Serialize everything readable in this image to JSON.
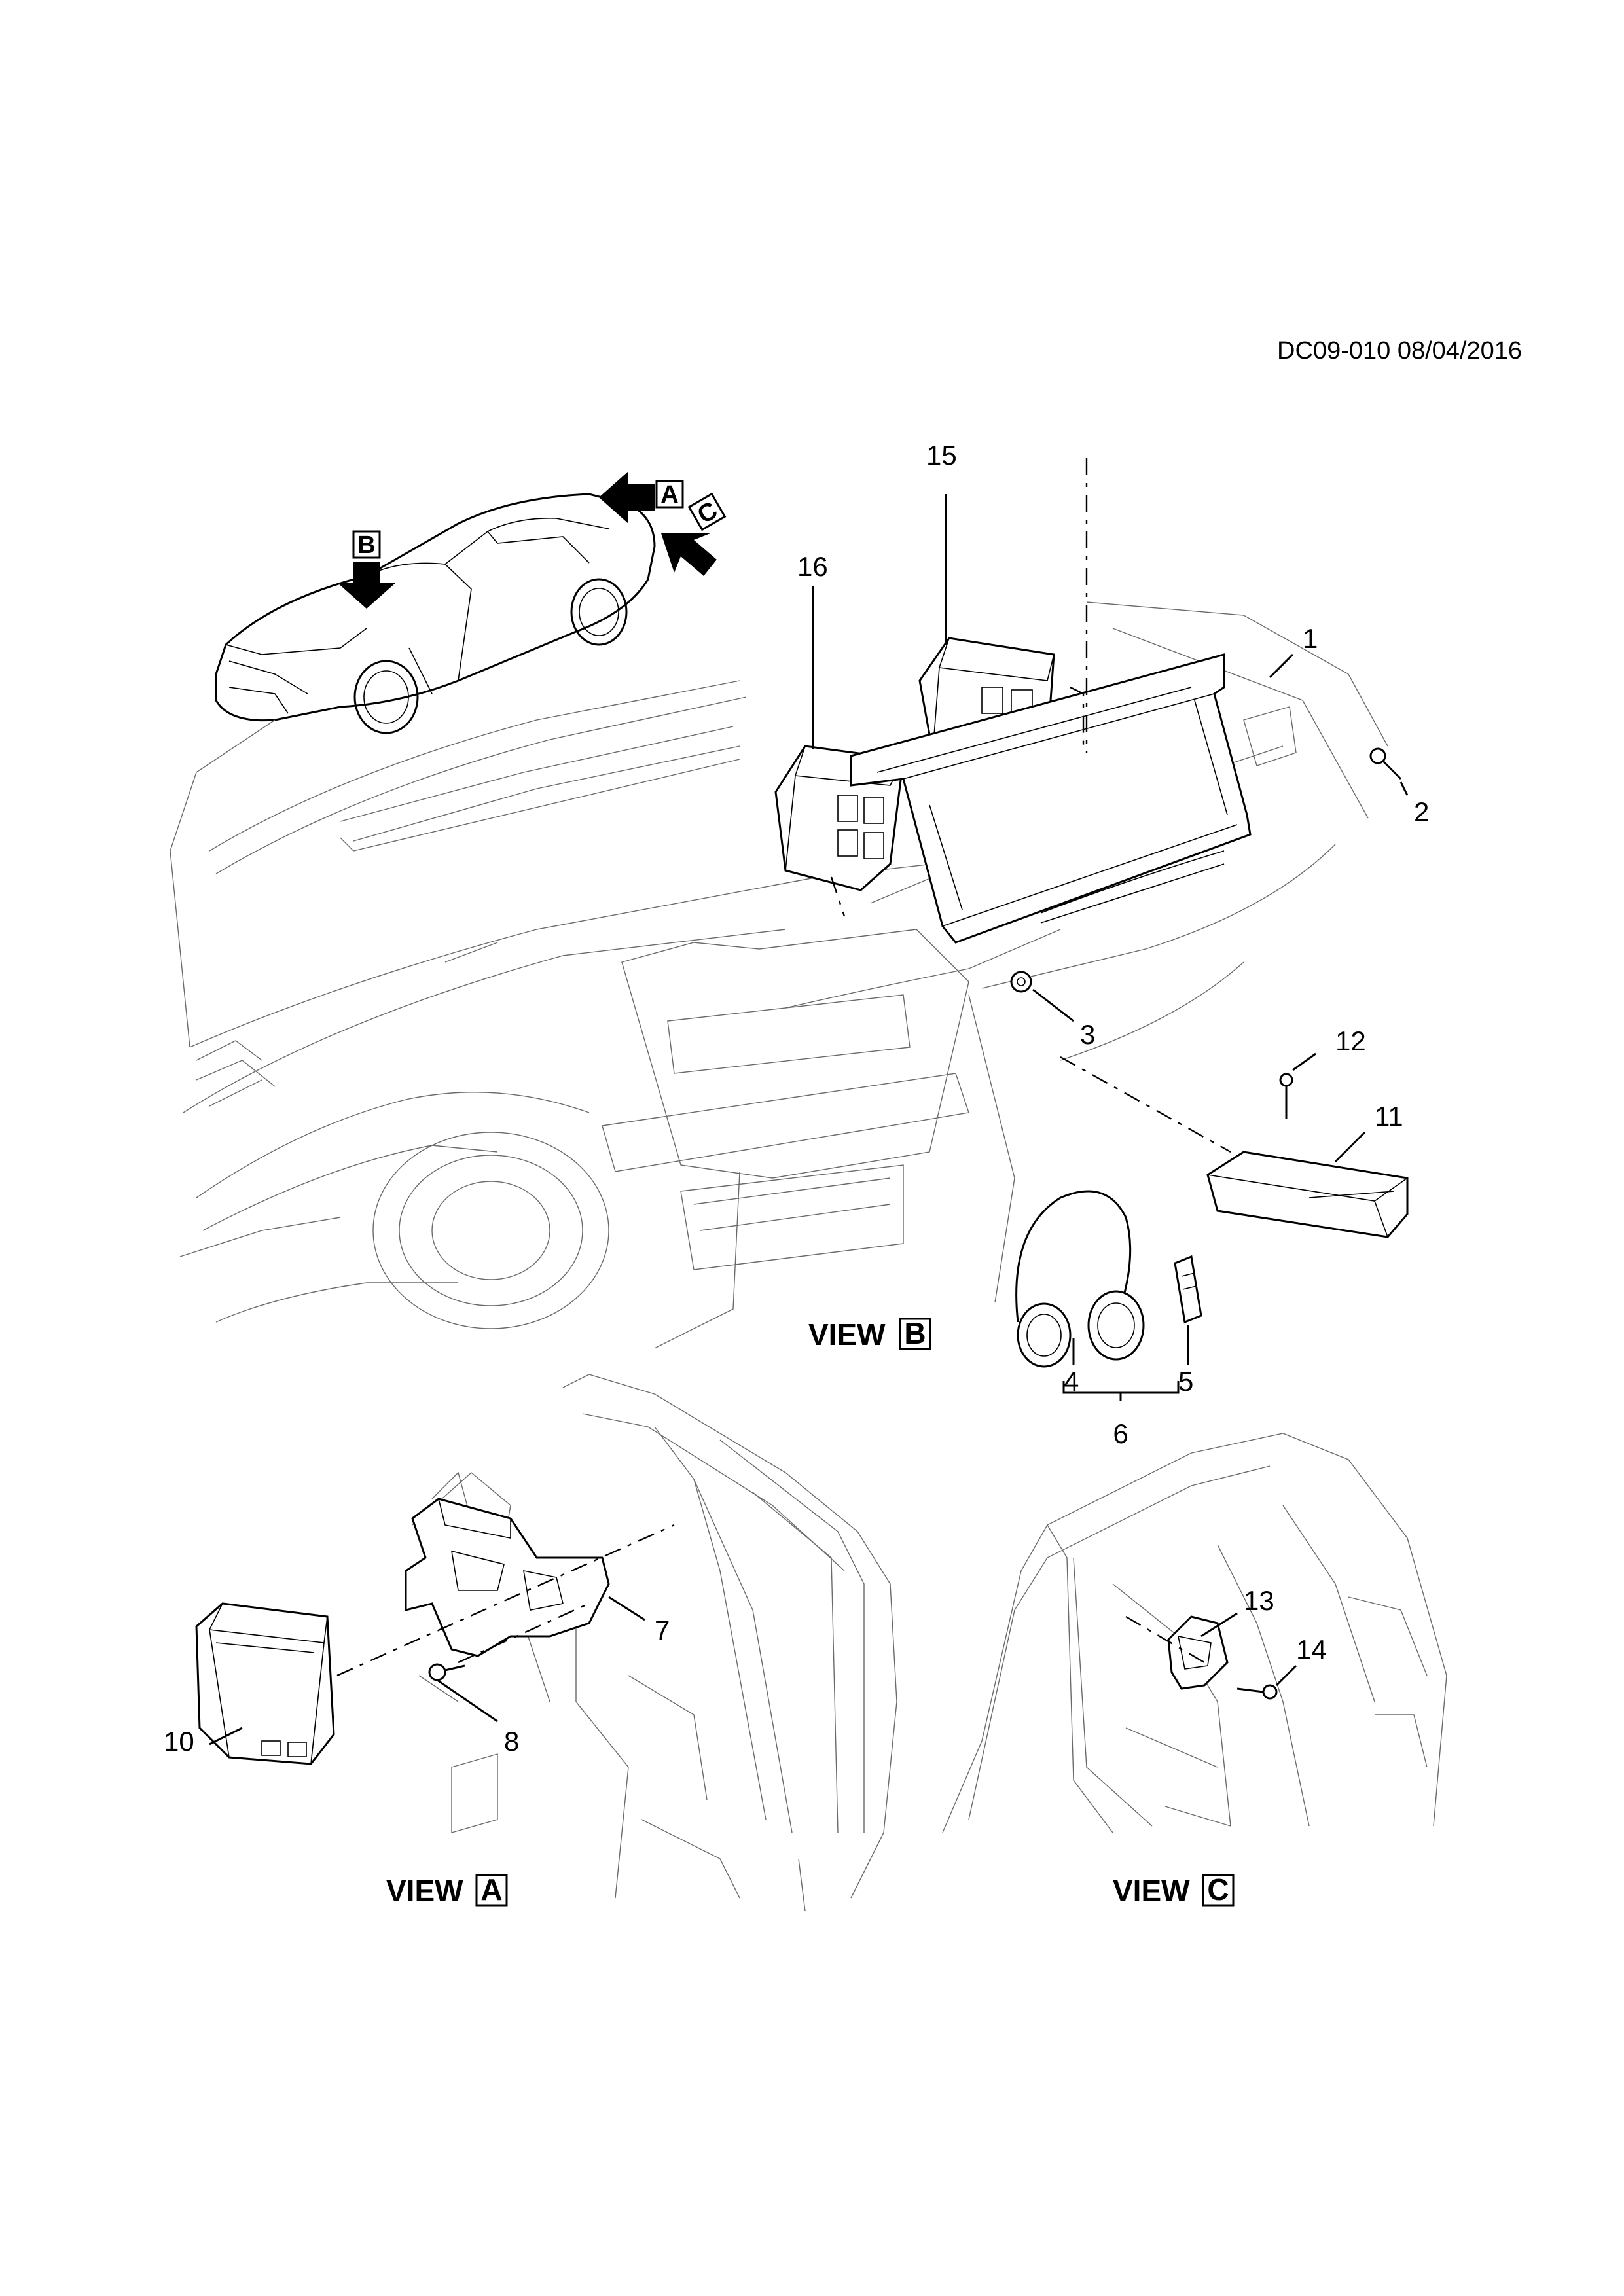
{
  "diagram": {
    "code": "DC09-010 08/04/2016",
    "views": [
      {
        "id": "A",
        "prefix": "VIEW",
        "letter": "A"
      },
      {
        "id": "B",
        "prefix": "VIEW",
        "letter": "B"
      },
      {
        "id": "C",
        "prefix": "VIEW",
        "letter": "C"
      }
    ],
    "arrows": {
      "a": "A",
      "b": "B",
      "c": "C"
    },
    "callouts": {
      "c1": "1",
      "c2": "2",
      "c3": "3",
      "c4": "4",
      "c5": "5",
      "c6": "6",
      "c7": "7",
      "c8": "8",
      "c10": "10",
      "c11": "11",
      "c12": "12",
      "c13": "13",
      "c14": "14",
      "c15": "15",
      "c16": "16"
    }
  }
}
